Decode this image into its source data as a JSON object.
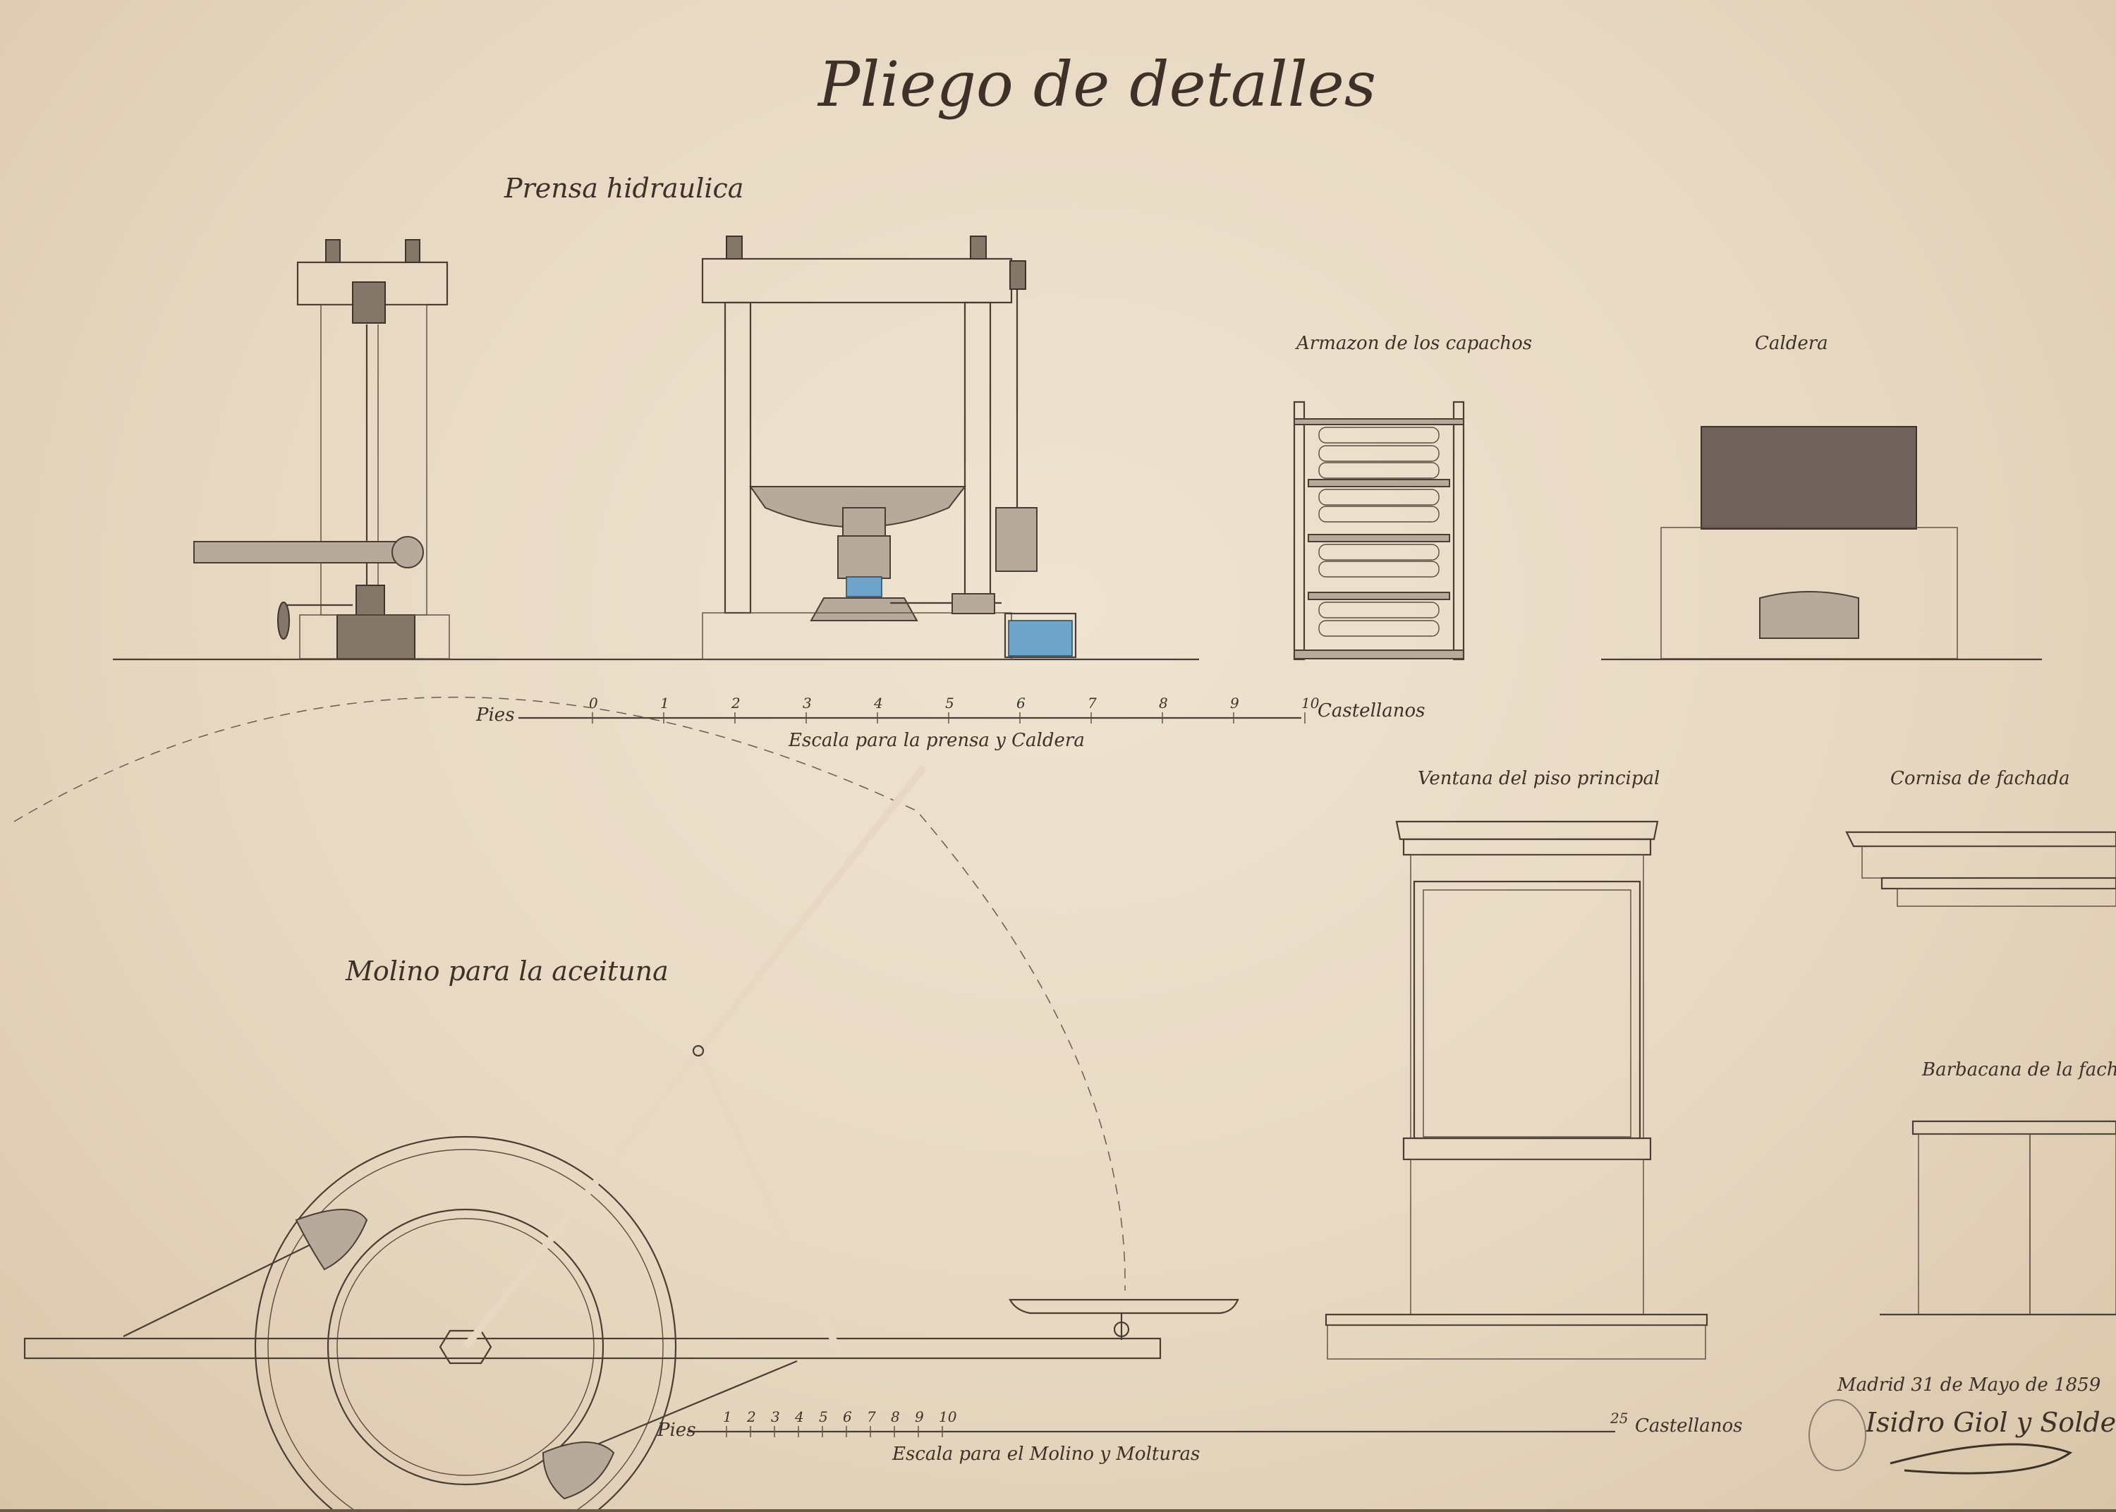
{
  "sheet": {
    "title": "Pliego de detalles",
    "sections": {
      "press": "Prensa hidraulica",
      "frame": "Armazon de los capachos",
      "boiler": "Caldera",
      "window": "Ventana del piso principal",
      "cornice": "Cornisa de fachada",
      "parapet": "Barbacana de la fachada",
      "mill": "Molino para la aceituna"
    },
    "scale_top": {
      "unit_left": "Pies",
      "ticks": [
        "0",
        "1",
        "2",
        "3",
        "4",
        "5",
        "6",
        "7",
        "8",
        "9",
        "10"
      ],
      "unit_right": "Castellanos",
      "caption": "Escala para la prensa y Caldera"
    },
    "scale_bottom": {
      "unit_left": "Pies",
      "ticks": [
        "1",
        "2",
        "3",
        "4",
        "5",
        "6",
        "7",
        "8",
        "9",
        "10"
      ],
      "end_value": "25",
      "unit_right": "Castellanos",
      "caption": "Escala para el Molino y Molturas"
    },
    "signature": {
      "place_date": "Madrid 31 de Mayo de 1859",
      "name": "Isidro Giol y Soldevilla"
    }
  },
  "colors": {
    "paper": "#e8dac4",
    "ink": "#4a3d33",
    "water": "#6ea4c9",
    "boiler_dark": "#6e625a"
  }
}
